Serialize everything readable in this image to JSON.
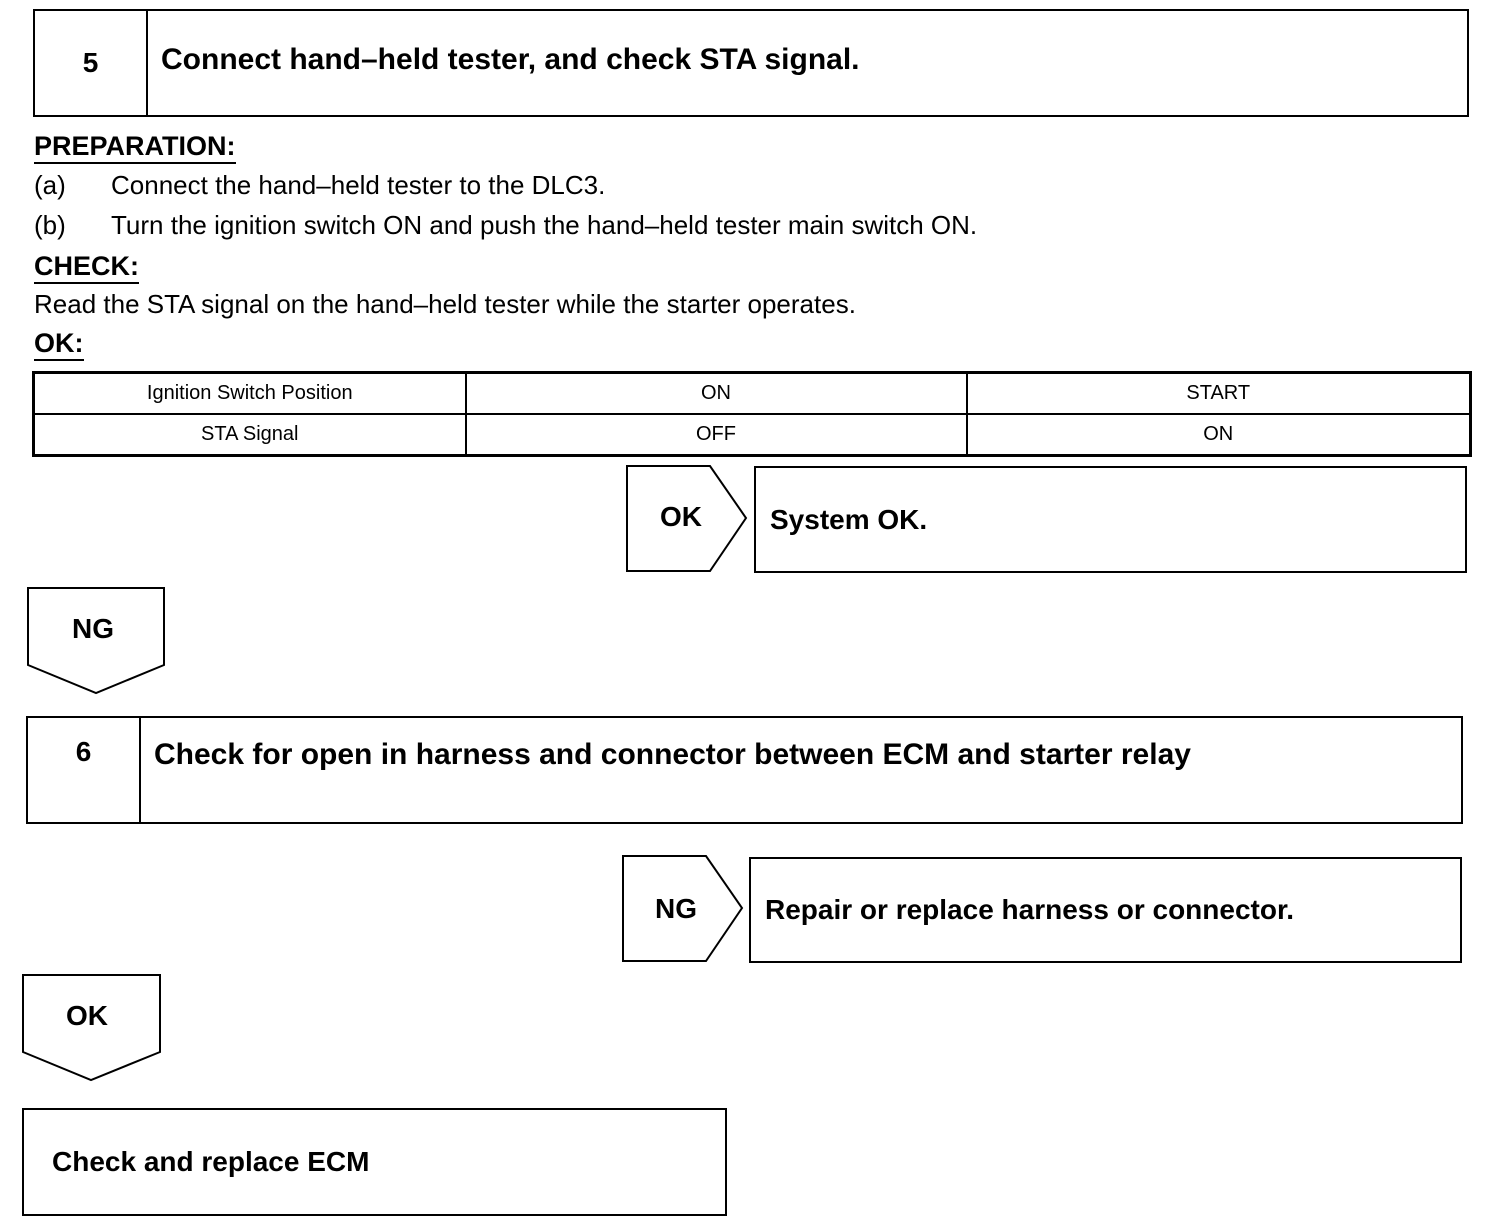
{
  "step5": {
    "number": "5",
    "title": "Connect hand–held tester, and check STA signal."
  },
  "preparation": {
    "heading": "PREPARATION:",
    "items": [
      {
        "label": "(a)",
        "text": "Connect the hand–held tester to the DLC3."
      },
      {
        "label": "(b)",
        "text": "Turn the ignition switch ON and push the hand–held tester main switch ON."
      }
    ]
  },
  "check": {
    "heading": "CHECK:",
    "text": "Read the STA signal on the hand–held tester while the starter operates."
  },
  "ok_spec": {
    "heading": "OK:",
    "table": {
      "rows": [
        [
          "Ignition Switch Position",
          "ON",
          "START"
        ],
        [
          "STA Signal",
          "OFF",
          "ON"
        ]
      ]
    }
  },
  "flow5": {
    "ok_label": "OK",
    "ok_result": "System OK.",
    "ng_label": "NG"
  },
  "step6": {
    "number": "6",
    "title": "Check for open in harness and connector between ECM and starter relay"
  },
  "flow6": {
    "ng_label": "NG",
    "ng_result": "Repair or replace harness or connector.",
    "ok_label": "OK",
    "ok_result": "Check and replace ECM"
  }
}
